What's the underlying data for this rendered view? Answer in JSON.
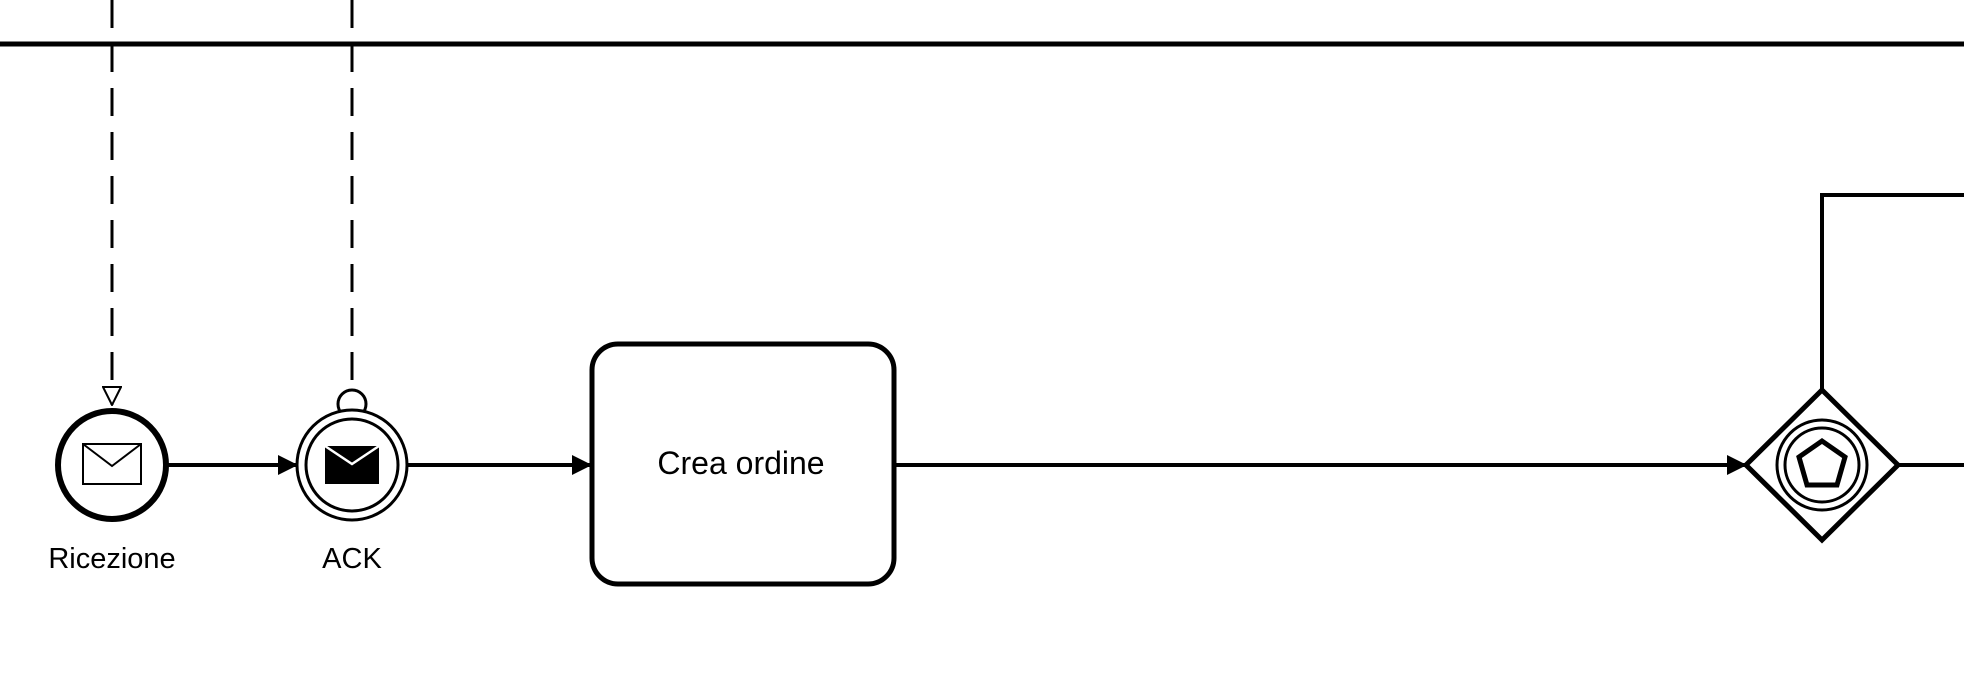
{
  "diagram": {
    "events": {
      "message_start": {
        "label": "Ricezione"
      },
      "message_catch": {
        "label": "ACK"
      }
    },
    "tasks": {
      "create_order": {
        "label": "Crea ordine"
      }
    },
    "colors": {
      "stroke": "#000000",
      "background": "#ffffff"
    }
  }
}
